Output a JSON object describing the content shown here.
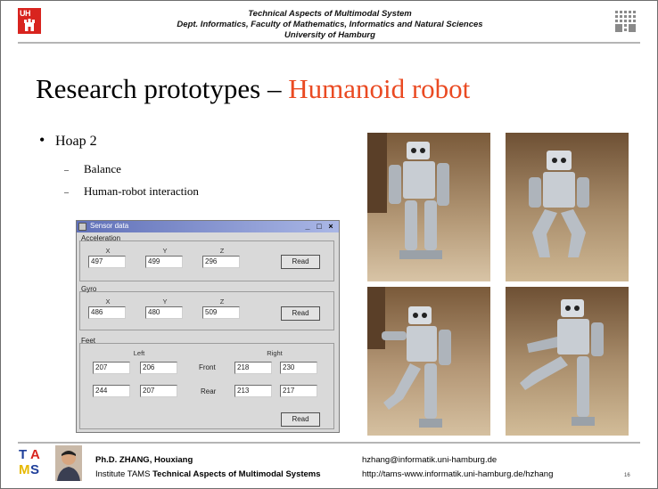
{
  "header": {
    "logo_text": "UH",
    "line1": "Technical Aspects of Multimodal System",
    "line2": "Dept. Informatics, Faculty of Mathematics, Informatics and Natural Sciences",
    "line3": "University of Hamburg"
  },
  "slide": {
    "title_main": "Research prototypes – ",
    "title_accent": "Humanoid robot",
    "bullet": "Hoap 2",
    "sub_items": [
      "Balance",
      "Human-robot interaction"
    ]
  },
  "sensor_window": {
    "title": "Sensor data",
    "controls": [
      "_",
      "□",
      "×"
    ],
    "acceleration": {
      "label": "Acceleration",
      "columns": [
        "X",
        "Y",
        "Z"
      ],
      "values": [
        "497",
        "499",
        "296"
      ],
      "button": "Read"
    },
    "gyro": {
      "label": "Gyro",
      "columns": [
        "X",
        "Y",
        "Z"
      ],
      "values": [
        "486",
        "480",
        "509"
      ],
      "button": "Read"
    },
    "feet": {
      "label": "Feet",
      "left_label": "Left",
      "right_label": "Right",
      "front_label": "Front",
      "rear_label": "Rear",
      "front_left": [
        "207",
        "206"
      ],
      "front_right": [
        "218",
        "230"
      ],
      "rear_left": [
        "244",
        "207"
      ],
      "rear_right": [
        "213",
        "217"
      ],
      "button": "Read"
    }
  },
  "footer": {
    "logo_letters": [
      "T",
      "A",
      "M",
      "S"
    ],
    "name": "Ph.D. ZHANG, Houxiang",
    "institute_prefix": "Institute TAMS ",
    "institute_bold": "Technical Aspects of Multimodal Systems",
    "email": "hzhang@informatik.uni-hamburg.de",
    "url": "http://tams-www.informatik.uni-hamburg.de/hzhang",
    "page_number": "16"
  },
  "colors": {
    "accent": "#ea4a22",
    "uhh_red": "#d8241f",
    "titlebar": "#6070b8"
  }
}
